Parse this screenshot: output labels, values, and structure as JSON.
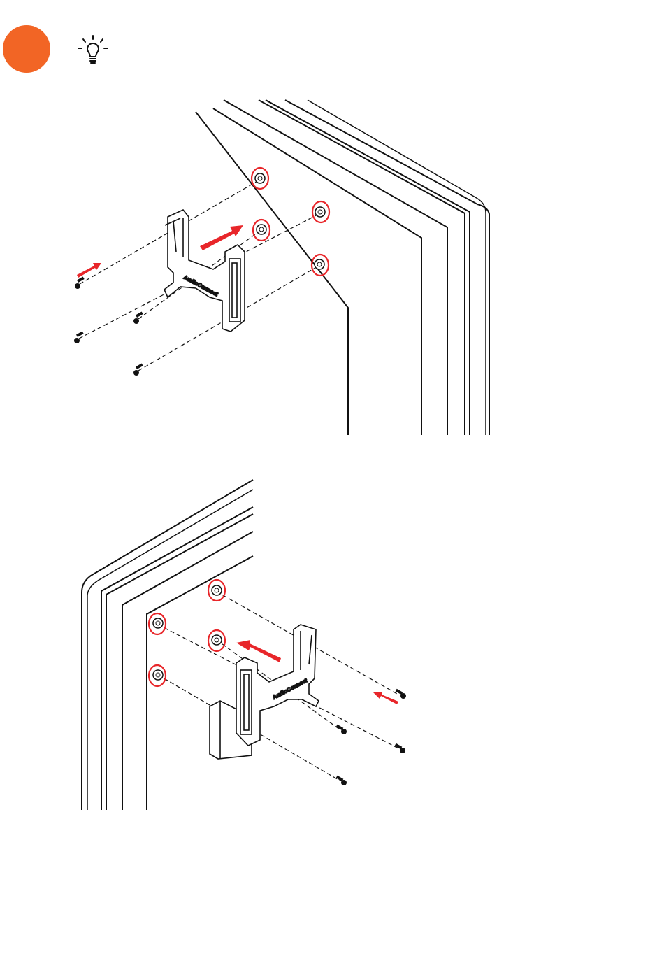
{
  "header": {
    "step_icon": "filled-circle",
    "tip_icon": "lightbulb-icon"
  },
  "figures": [
    {
      "id": "attach-bracket-right-corner",
      "brand_text": "AudioConnect",
      "screw_count": 4,
      "standoff_count": 4
    },
    {
      "id": "attach-bracket-left-corner",
      "brand_text": "AudioConnect",
      "screw_count": 4,
      "standoff_count": 4
    }
  ],
  "colors": {
    "accent_orange": "#f26525",
    "highlight_red": "#e8262a",
    "line_dark": "#111111"
  }
}
